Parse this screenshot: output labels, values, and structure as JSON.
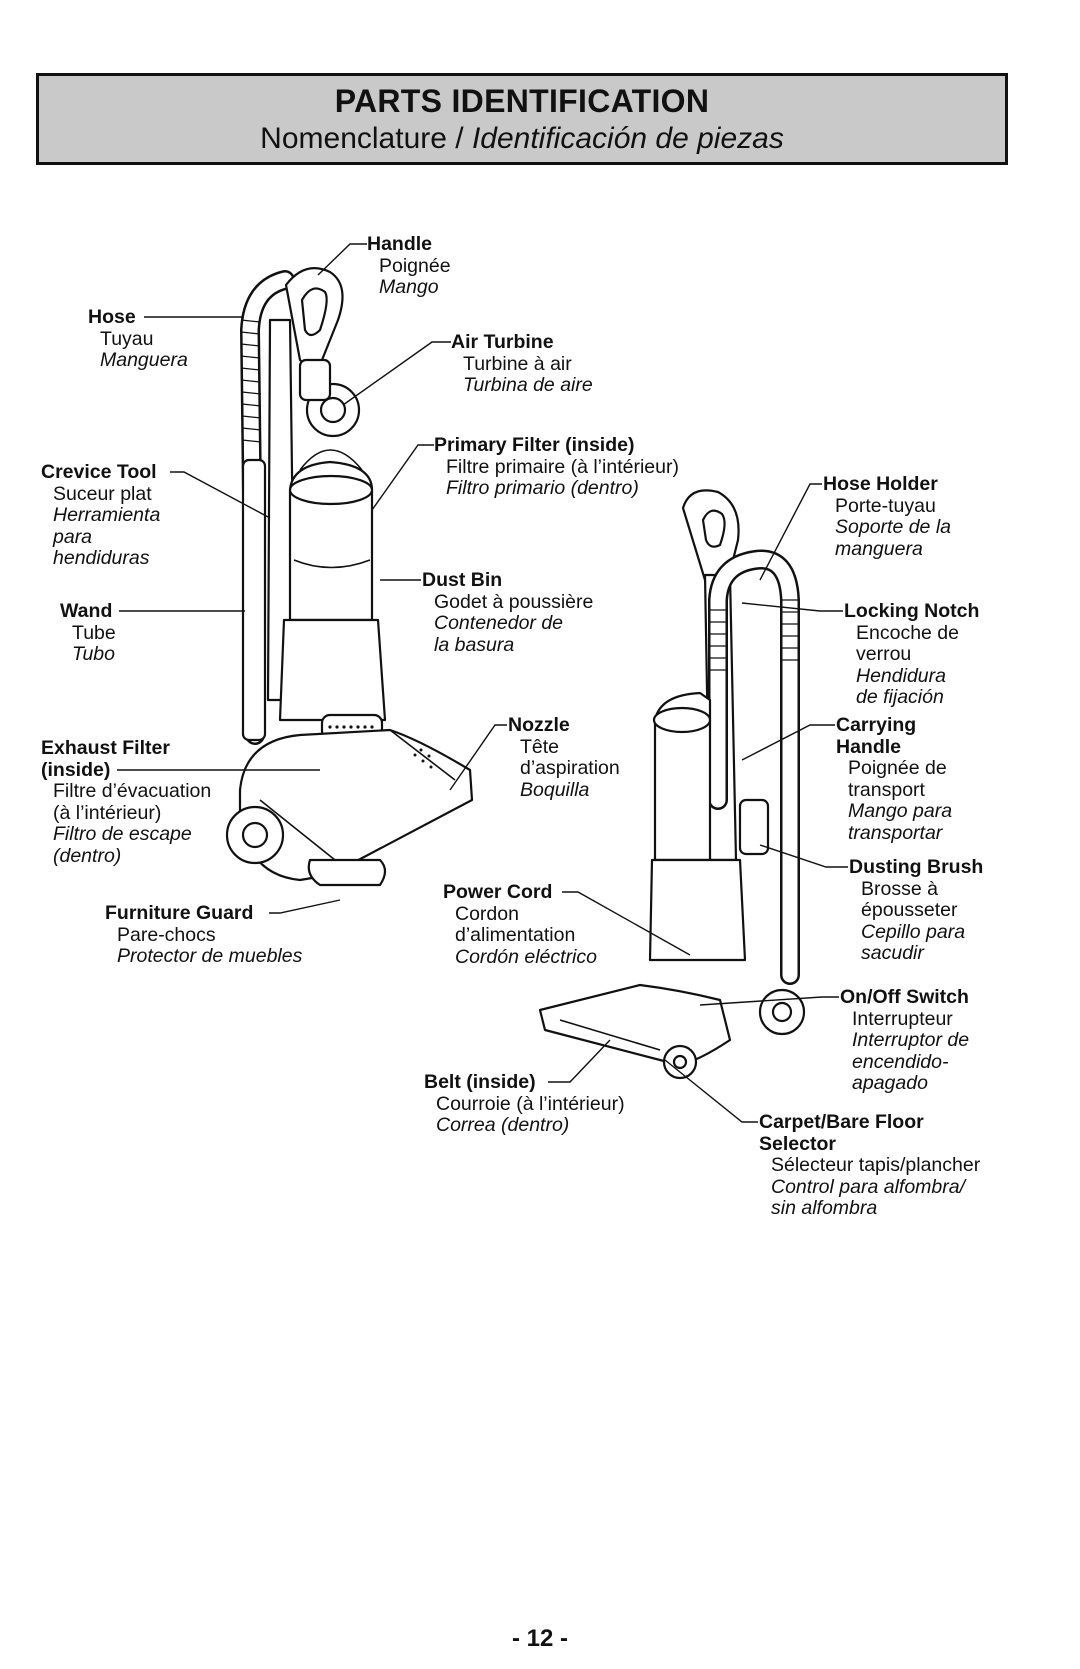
{
  "header": {
    "title": "PARTS IDENTIFICATION",
    "subtitle_fr": "Nomenclature /",
    "subtitle_es": "Identificación de piezas"
  },
  "labels": {
    "handle": {
      "en": "Handle",
      "fr": "Poignée",
      "es": "Mango"
    },
    "hose": {
      "en": "Hose",
      "fr": "Tuyau",
      "es": "Manguera"
    },
    "air_turbine": {
      "en": "Air Turbine",
      "fr": "Turbine à air",
      "es": "Turbina de aire"
    },
    "primary_filter": {
      "en": "Primary Filter (inside)",
      "fr": "Filtre primaire (à l’intérieur)",
      "es": "Filtro primario (dentro)"
    },
    "crevice_tool": {
      "en": "Crevice Tool",
      "fr": "Suceur plat",
      "es": [
        "Herramienta",
        "para",
        "hendiduras"
      ]
    },
    "hose_holder": {
      "en": "Hose Holder",
      "fr": "Porte-tuyau",
      "es": [
        "Soporte de la",
        "manguera"
      ]
    },
    "dust_bin": {
      "en": "Dust Bin",
      "fr": "Godet à poussière",
      "es": [
        "Contenedor de",
        "la basura"
      ]
    },
    "wand": {
      "en": "Wand",
      "fr": "Tube",
      "es": "Tubo"
    },
    "locking_notch": {
      "en": "Locking Notch",
      "fr": [
        "Encoche de",
        "verrou"
      ],
      "es": [
        "Hendidura",
        "de fijación"
      ]
    },
    "nozzle": {
      "en": "Nozzle",
      "fr": [
        "Tête",
        "d’aspiration"
      ],
      "es": "Boquilla"
    },
    "carrying_handle": {
      "en": [
        "Carrying",
        "Handle"
      ],
      "fr": [
        "Poignée de",
        "transport"
      ],
      "es": [
        "Mango para",
        "transportar"
      ]
    },
    "exhaust_filter": {
      "en": [
        "Exhaust Filter",
        "(inside)"
      ],
      "fr": [
        "Filtre d’évacuation",
        "(à l’intérieur)"
      ],
      "es": [
        "Filtro de escape",
        "(dentro)"
      ]
    },
    "dusting_brush": {
      "en": "Dusting Brush",
      "fr": [
        "Brosse à",
        "épousseter"
      ],
      "es": [
        "Cepillo para",
        "sacudir"
      ]
    },
    "power_cord": {
      "en": "Power Cord",
      "fr": [
        "Cordon",
        "d’alimentation"
      ],
      "es": "Cordón eléctrico"
    },
    "furniture_guard": {
      "en": "Furniture Guard",
      "fr": "Pare-chocs",
      "es": "Protector de muebles"
    },
    "on_off_switch": {
      "en": "On/Off Switch",
      "fr": "Interrupteur",
      "es": [
        "Interruptor de",
        "encendido-",
        "apagado"
      ]
    },
    "belt": {
      "en": "Belt (inside)",
      "fr": "Courroie (à l’intérieur)",
      "es": "Correa (dentro)"
    },
    "carpet_selector": {
      "en": [
        "Carpet/Bare Floor",
        "Selector"
      ],
      "fr": "Sélecteur tapis/plancher",
      "es": [
        "Control para alfombra/",
        "sin alfombra"
      ]
    }
  },
  "page_number": "- 12 -"
}
